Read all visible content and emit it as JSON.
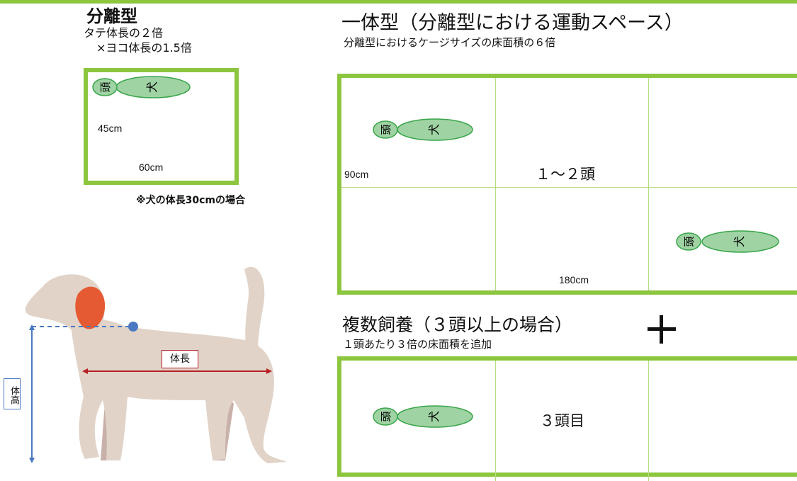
{
  "colors": {
    "accent_green": "#8cc63f",
    "dog_body": "#e1d3c8",
    "dog_ear": "#e55a33",
    "measure_blue": "#4a78c2",
    "measure_red": "#b51f24",
    "dog_icon_fill": "#9fd3a4",
    "dog_icon_stroke": "#3aa64a"
  },
  "icons": {
    "dog_icon": "dog-icon",
    "dog_silhouette": "dog-silhouette-icon",
    "plus": "plus-icon"
  },
  "separate": {
    "title": "分離型",
    "subtitle1": "タテ体長の２倍",
    "subtitle2": "×ヨコ体長の1.5倍",
    "height_label": "45cm",
    "width_label": "60cm",
    "note": "※犬の体長30cmの場合"
  },
  "integrated": {
    "title": "一体型（分離型における運動スペース）",
    "subtitle": "分離型におけるケージサイズの床面積の６倍",
    "height_label": "90cm",
    "count_label": "１～２頭",
    "width_label": "180cm"
  },
  "multi": {
    "title": "複数飼養（３頭以上の場合）",
    "subtitle": "１頭あたり３倍の床面積を追加",
    "count_label": "３頭目"
  },
  "dog_icon": {
    "head": "頭",
    "body": "犬"
  },
  "measure": {
    "length_label": "体長",
    "height_label": "体高"
  }
}
